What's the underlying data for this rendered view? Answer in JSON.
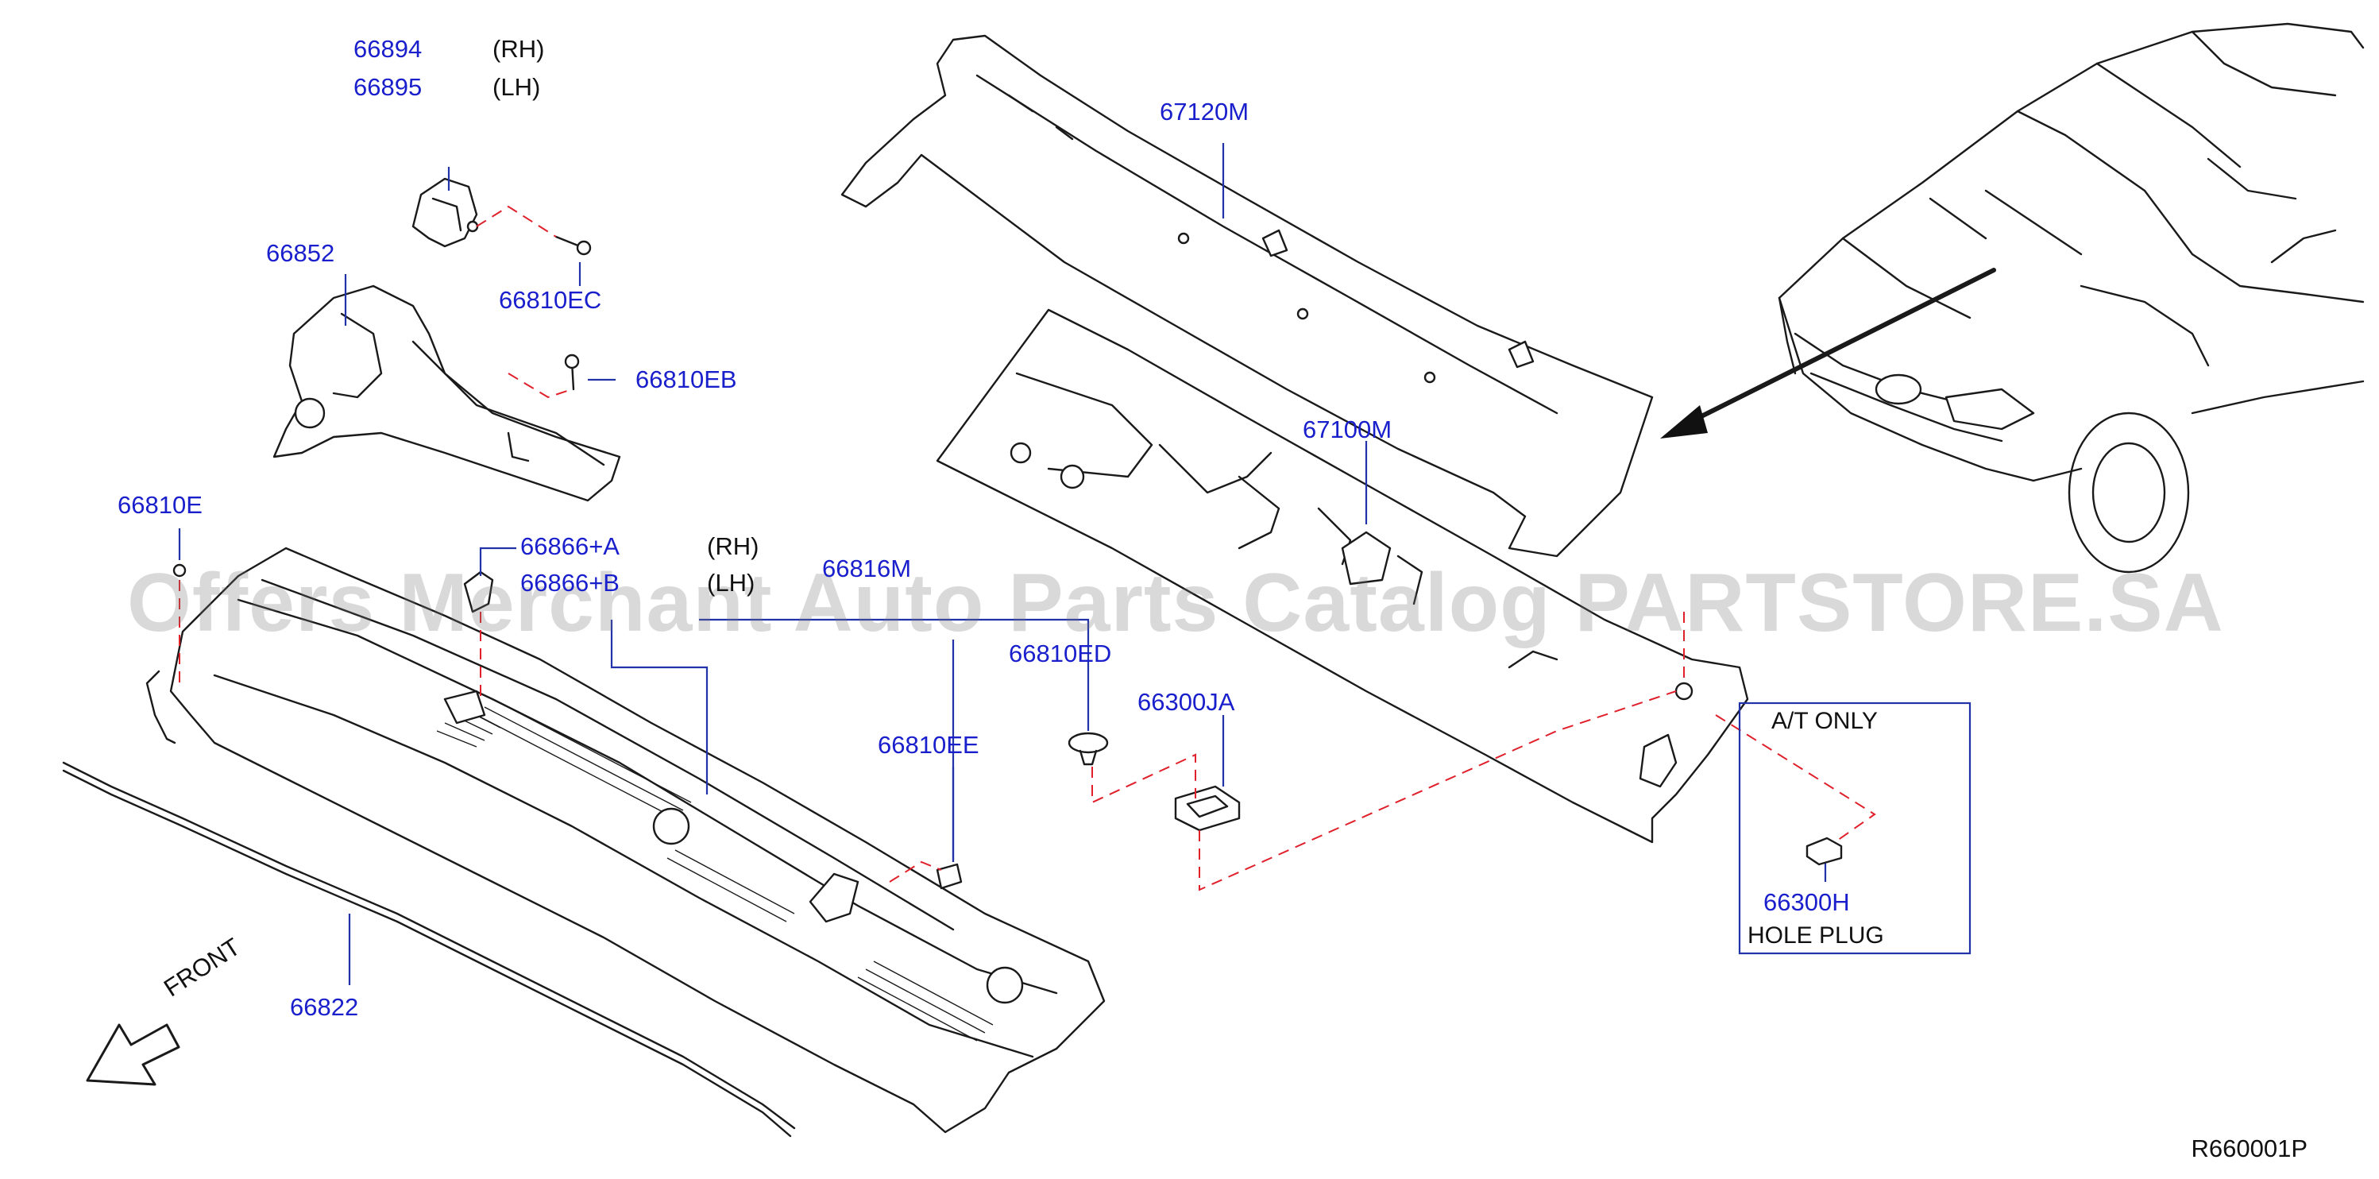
{
  "diagram": {
    "parts": [
      {
        "id": "p66894",
        "number": "66894",
        "side": "(RH)"
      },
      {
        "id": "p66895",
        "number": "66895",
        "side": "(LH)"
      },
      {
        "id": "p66852",
        "number": "66852"
      },
      {
        "id": "p66810EC",
        "number": "66810EC"
      },
      {
        "id": "p66810EB",
        "number": "66810EB"
      },
      {
        "id": "p66810E",
        "number": "66810E"
      },
      {
        "id": "p66866A",
        "number": "66866+A",
        "side": "(RH)"
      },
      {
        "id": "p66866B",
        "number": "66866+B",
        "side": "(LH)"
      },
      {
        "id": "p66816M",
        "number": "66816M"
      },
      {
        "id": "p66810ED",
        "number": "66810ED"
      },
      {
        "id": "p66300JA",
        "number": "66300JA"
      },
      {
        "id": "p66810EE",
        "number": "66810EE"
      },
      {
        "id": "p67120M",
        "number": "67120M"
      },
      {
        "id": "p67100M",
        "number": "67100M"
      },
      {
        "id": "p66822",
        "number": "66822"
      },
      {
        "id": "p66300H",
        "number": "66300H"
      }
    ],
    "at_only_box": {
      "title": "A/T  ONLY",
      "caption": "HOLE  PLUG"
    },
    "front_label": "FRONT",
    "reference": "R660001P",
    "watermark": "Offers Merchant Auto Parts Catalog PARTSTORE.SA",
    "colors": {
      "part_number": "#1a1fcc",
      "dashed_guide": "#e0202a",
      "outline": "#1a1a1a"
    }
  }
}
